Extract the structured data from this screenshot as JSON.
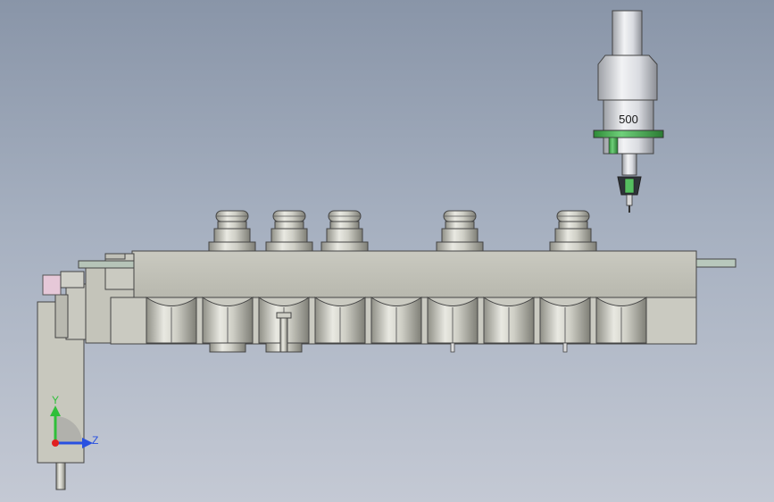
{
  "viewport": {
    "background_top": "#8995a8",
    "background_bottom": "#c4c9d4"
  },
  "nozzle": {
    "label": "500",
    "ring_color": "#3fae49"
  },
  "triad": {
    "y_label": "Y",
    "z_label": "Z",
    "y_color": "#2fbf3a",
    "z_color": "#2850e0",
    "x_color": "#e02020"
  },
  "stand_nozzle_count": 5,
  "socket_count": 9
}
